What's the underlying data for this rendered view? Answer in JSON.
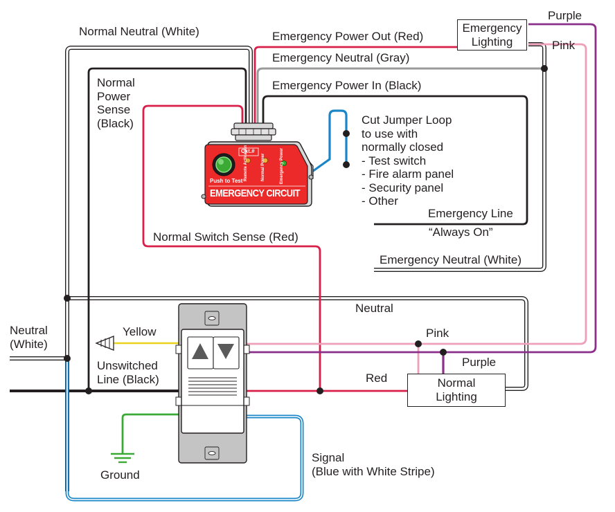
{
  "colors": {
    "hot": "#231f20",
    "red": "#d71f4a",
    "gray": "#9a9a9a",
    "blue": "#1a86c7",
    "pink": "#eea0b8",
    "purple": "#8a2f8a",
    "green": "#3aaa35",
    "yellow": "#e9d21b",
    "device_red": "#ec2a2a",
    "plate_gray": "#bdbdbd"
  },
  "labels": {
    "normal_neutral": "Normal Neutral (White)",
    "emergency_power_out": "Emergency Power Out (Red)",
    "emergency_neutral_gray": "Emergency Neutral (Gray)",
    "emergency_power_in": "Emergency Power In (Black)",
    "normal_power_sense": [
      "Normal",
      "Power",
      "Sense",
      "(Black)"
    ],
    "cut_jumper": [
      "Cut Jumper Loop",
      "to use with",
      "normally closed",
      "- Test switch",
      "- Fire alarm panel",
      "- Security panel",
      "- Other"
    ],
    "emergency_line": "Emergency Line",
    "always_on": "“Always On”",
    "normal_switch_sense": "Normal Switch Sense (Red)",
    "emergency_neutral_white": "Emergency Neutral (White)",
    "neutral_top": "Neutral",
    "neutral_white": [
      "Neutral",
      "(White)"
    ],
    "yellow": "Yellow",
    "unswitched_line": [
      "Unswitched",
      "Line (Black)"
    ],
    "pink_top": "Pink",
    "pink_mid": "Pink",
    "purple_top": "Purple",
    "purple_mid": "Purple",
    "red": "Red",
    "ground": "Ground",
    "signal": [
      "Signal",
      "(Blue with White Stripe)"
    ]
  },
  "boxes": {
    "emergency_lighting": [
      "Emergency",
      "Lighting"
    ],
    "normal_lighting": [
      "Normal",
      "Lighting"
    ]
  },
  "device": {
    "circuit_label": "Ckt.#",
    "push_to_test": "Push to Test",
    "title": "EMERGENCY CIRCUIT",
    "led_remote": "Remote Activation",
    "led_normal": "Normal Power",
    "led_emergency": "Emergency Power"
  }
}
